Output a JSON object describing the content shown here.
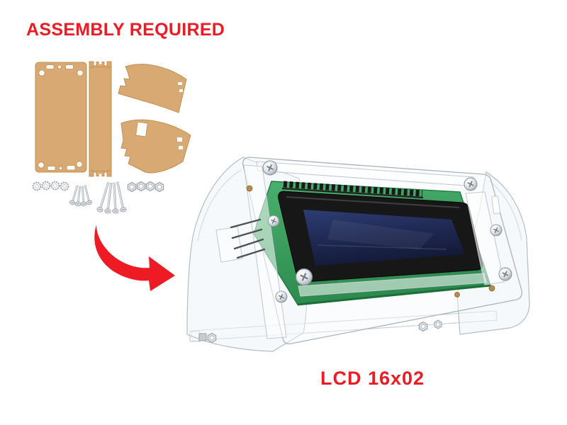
{
  "scene": {
    "background": "#ffffff",
    "description": "Product photo: laser-cut acrylic case kit pieces and screws with an arrow pointing to the assembled LCD display stand"
  },
  "labels": {
    "assembly_note": "ASSEMBLY REQUIRED",
    "product_name": "LCD 16x02"
  },
  "colors": {
    "background": "#ffffff",
    "accent_red": "#ee1b24",
    "kraft": "#d9a973",
    "kraft_edge": "#c0904f",
    "pcb_green": "#3aa05e",
    "pcb_green_dark": "#1f7a40",
    "bezel_black": "#171717",
    "lcd_navy": "#1a2142",
    "lcd_navy_light": "#2f3d74",
    "acrylic_line": "#b3bdc5",
    "acrylic_fill": "#eef4f7",
    "metal_light": "#eef1f3",
    "metal_dark": "#8f979e",
    "brass": "#b08d4a"
  },
  "kit": {
    "flat_pieces": [
      {
        "name": "front-panel-sheet"
      },
      {
        "name": "base-strip-sheet"
      },
      {
        "name": "side-panel-sheet-top"
      },
      {
        "name": "side-panel-sheet-bottom"
      }
    ],
    "hardware": [
      {
        "name": "lock-washers",
        "qty": 4
      },
      {
        "name": "short-screws",
        "qty": 4
      },
      {
        "name": "long-screws",
        "qty": 4
      },
      {
        "name": "hex-nuts",
        "qty": 4
      }
    ]
  }
}
